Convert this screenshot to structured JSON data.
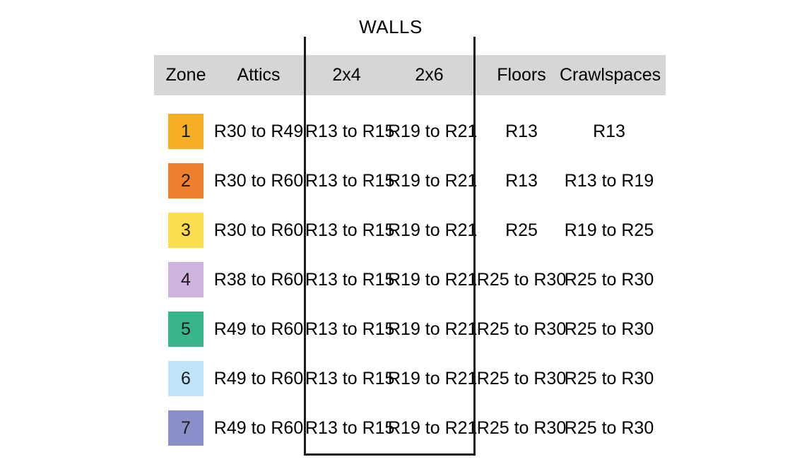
{
  "figure": {
    "group_label": "WALLS",
    "header_band_color": "#d6d6d6",
    "bracket_color": "#1a1a1a",
    "background": "#ffffff"
  },
  "table": {
    "columns": [
      {
        "key": "zone",
        "label": "Zone",
        "group": null
      },
      {
        "key": "attics",
        "label": "Attics",
        "group": null
      },
      {
        "key": "walls_2x4",
        "label": "2x4",
        "group": "WALLS"
      },
      {
        "key": "walls_2x6",
        "label": "2x6",
        "group": "WALLS"
      },
      {
        "key": "floors",
        "label": "Floors",
        "group": null
      },
      {
        "key": "crawlspaces",
        "label": "Crawlspaces",
        "group": null
      }
    ],
    "rows": [
      {
        "zone": "1",
        "zone_color": "#f5ae26",
        "attics": "R30 to R49",
        "walls_2x4": "R13 to R15",
        "walls_2x6": "R19 to R21",
        "floors": "R13",
        "crawlspaces": "R13"
      },
      {
        "zone": "2",
        "zone_color": "#ee7f2c",
        "attics": "R30 to R60",
        "walls_2x4": "R13 to R15",
        "walls_2x6": "R19 to R21",
        "floors": "R13",
        "crawlspaces": "R13 to R19"
      },
      {
        "zone": "3",
        "zone_color": "#fbdd4f",
        "attics": "R30 to R60",
        "walls_2x4": "R13 to R15",
        "walls_2x6": "R19 to R21",
        "floors": "R25",
        "crawlspaces": "R19 to R25"
      },
      {
        "zone": "4",
        "zone_color": "#cdb3de",
        "attics": "R38 to R60",
        "walls_2x4": "R13 to R15",
        "walls_2x6": "R19 to R21",
        "floors": "R25 to R30",
        "crawlspaces": "R25 to R30"
      },
      {
        "zone": "5",
        "zone_color": "#38b58c",
        "attics": "R49 to R60",
        "walls_2x4": "R13 to R15",
        "walls_2x6": "R19 to R21",
        "floors": "R25 to R30",
        "crawlspaces": "R25 to R30"
      },
      {
        "zone": "6",
        "zone_color": "#bfe3f7",
        "attics": "R49 to R60",
        "walls_2x4": "R13 to R15",
        "walls_2x6": "R19 to R21",
        "floors": "R25 to R30",
        "crawlspaces": "R25 to R30"
      },
      {
        "zone": "7",
        "zone_color": "#8a8fca",
        "attics": "R49 to R60",
        "walls_2x4": "R13 to R15",
        "walls_2x6": "R19 to R21",
        "floors": "R25 to R30",
        "crawlspaces": "R25 to R30"
      }
    ]
  },
  "chart_data": {
    "type": "table",
    "title": "WALLS",
    "categories": [
      "Zone",
      "Attics",
      "2x4",
      "2x6",
      "Floors",
      "Crawlspaces"
    ],
    "grid": false,
    "legend_position": "none",
    "values": [
      [
        "1",
        "R30 to R49",
        "R13 to R15",
        "R19 to R21",
        "R13",
        "R13"
      ],
      [
        "2",
        "R30 to R60",
        "R13 to R15",
        "R19 to R21",
        "R13",
        "R13 to R19"
      ],
      [
        "3",
        "R30 to R60",
        "R13 to R15",
        "R19 to R21",
        "R25",
        "R19 to R25"
      ],
      [
        "4",
        "R38 to R60",
        "R13 to R15",
        "R19 to R21",
        "R25 to R30",
        "R25 to R30"
      ],
      [
        "5",
        "R49 to R60",
        "R13 to R15",
        "R19 to R21",
        "R25 to R30",
        "R25 to R30"
      ],
      [
        "6",
        "R49 to R60",
        "R13 to R15",
        "R19 to R21",
        "R25 to R30",
        "R25 to R30"
      ],
      [
        "7",
        "R49 to R60",
        "R13 to R15",
        "R19 to R21",
        "R25 to R30",
        "R25 to R30"
      ]
    ],
    "zone_colors": [
      "#f5ae26",
      "#ee7f2c",
      "#fbdd4f",
      "#cdb3de",
      "#38b58c",
      "#bfe3f7",
      "#8a8fca"
    ]
  }
}
